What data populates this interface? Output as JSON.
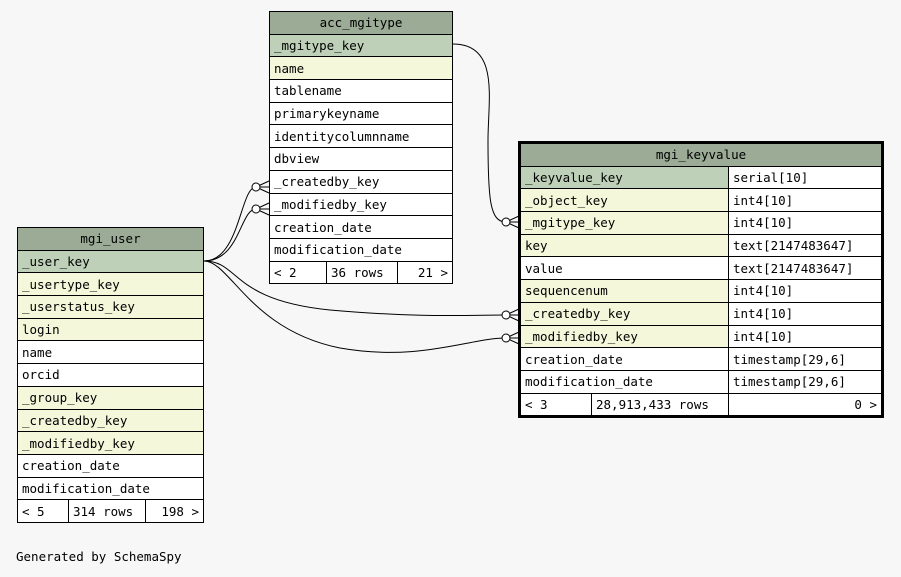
{
  "tables": {
    "acc_mgitype": {
      "title": "acc_mgitype",
      "columns": [
        "_mgitype_key",
        "name",
        "tablename",
        "primarykeyname",
        "identitycolumnname",
        "dbview",
        "_createdby_key",
        "_modifiedby_key",
        "creation_date",
        "modification_date"
      ],
      "footer": {
        "left": "< 2",
        "middle": "36 rows",
        "right": "21 >"
      }
    },
    "mgi_user": {
      "title": "mgi_user",
      "columns": [
        "_user_key",
        "_usertype_key",
        "_userstatus_key",
        "login",
        "name",
        "orcid",
        "_group_key",
        "_createdby_key",
        "_modifiedby_key",
        "creation_date",
        "modification_date"
      ],
      "footer": {
        "left": "< 5",
        "middle": "314 rows",
        "right": "198 >"
      }
    },
    "mgi_keyvalue": {
      "title": "mgi_keyvalue",
      "columns": [
        {
          "name": "_keyvalue_key",
          "type": "serial[10]"
        },
        {
          "name": "_object_key",
          "type": "int4[10]"
        },
        {
          "name": "_mgitype_key",
          "type": "int4[10]"
        },
        {
          "name": "key",
          "type": "text[2147483647]"
        },
        {
          "name": "value",
          "type": "text[2147483647]"
        },
        {
          "name": "sequencenum",
          "type": "int4[10]"
        },
        {
          "name": "_createdby_key",
          "type": "int4[10]"
        },
        {
          "name": "_modifiedby_key",
          "type": "int4[10]"
        },
        {
          "name": "creation_date",
          "type": "timestamp[29,6]"
        },
        {
          "name": "modification_date",
          "type": "timestamp[29,6]"
        }
      ],
      "footer": {
        "left": "< 3",
        "middle": "28,913,433 rows",
        "right": "0 >"
      }
    }
  },
  "footer_text": "Generated by SchemaSpy"
}
